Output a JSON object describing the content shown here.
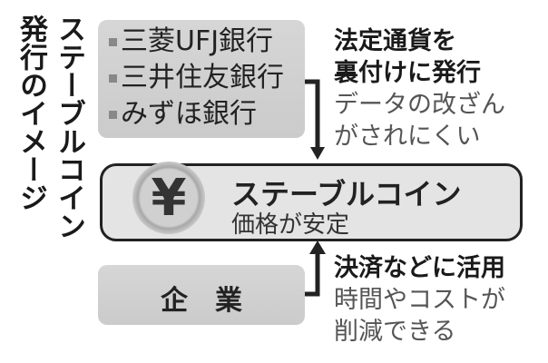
{
  "title": {
    "line1": "ステーブルコイン",
    "line2": "発行のイメージ"
  },
  "banks": {
    "items": [
      "三菱UFJ銀行",
      "三井住友銀行",
      "みずほ銀行"
    ]
  },
  "top_note": {
    "main": [
      "法定通貨を",
      "裏付けに発行"
    ],
    "sub": [
      "データの改ざん",
      "がされにくい"
    ]
  },
  "coin": {
    "symbol": "¥",
    "icon": "yen-coin-icon",
    "name": "ステーブルコイン",
    "desc": "価格が安定"
  },
  "company": {
    "label": "企　業"
  },
  "bottom_note": {
    "main": [
      "決済などに活用"
    ],
    "sub": [
      "時間やコストが",
      "削減できる"
    ]
  }
}
